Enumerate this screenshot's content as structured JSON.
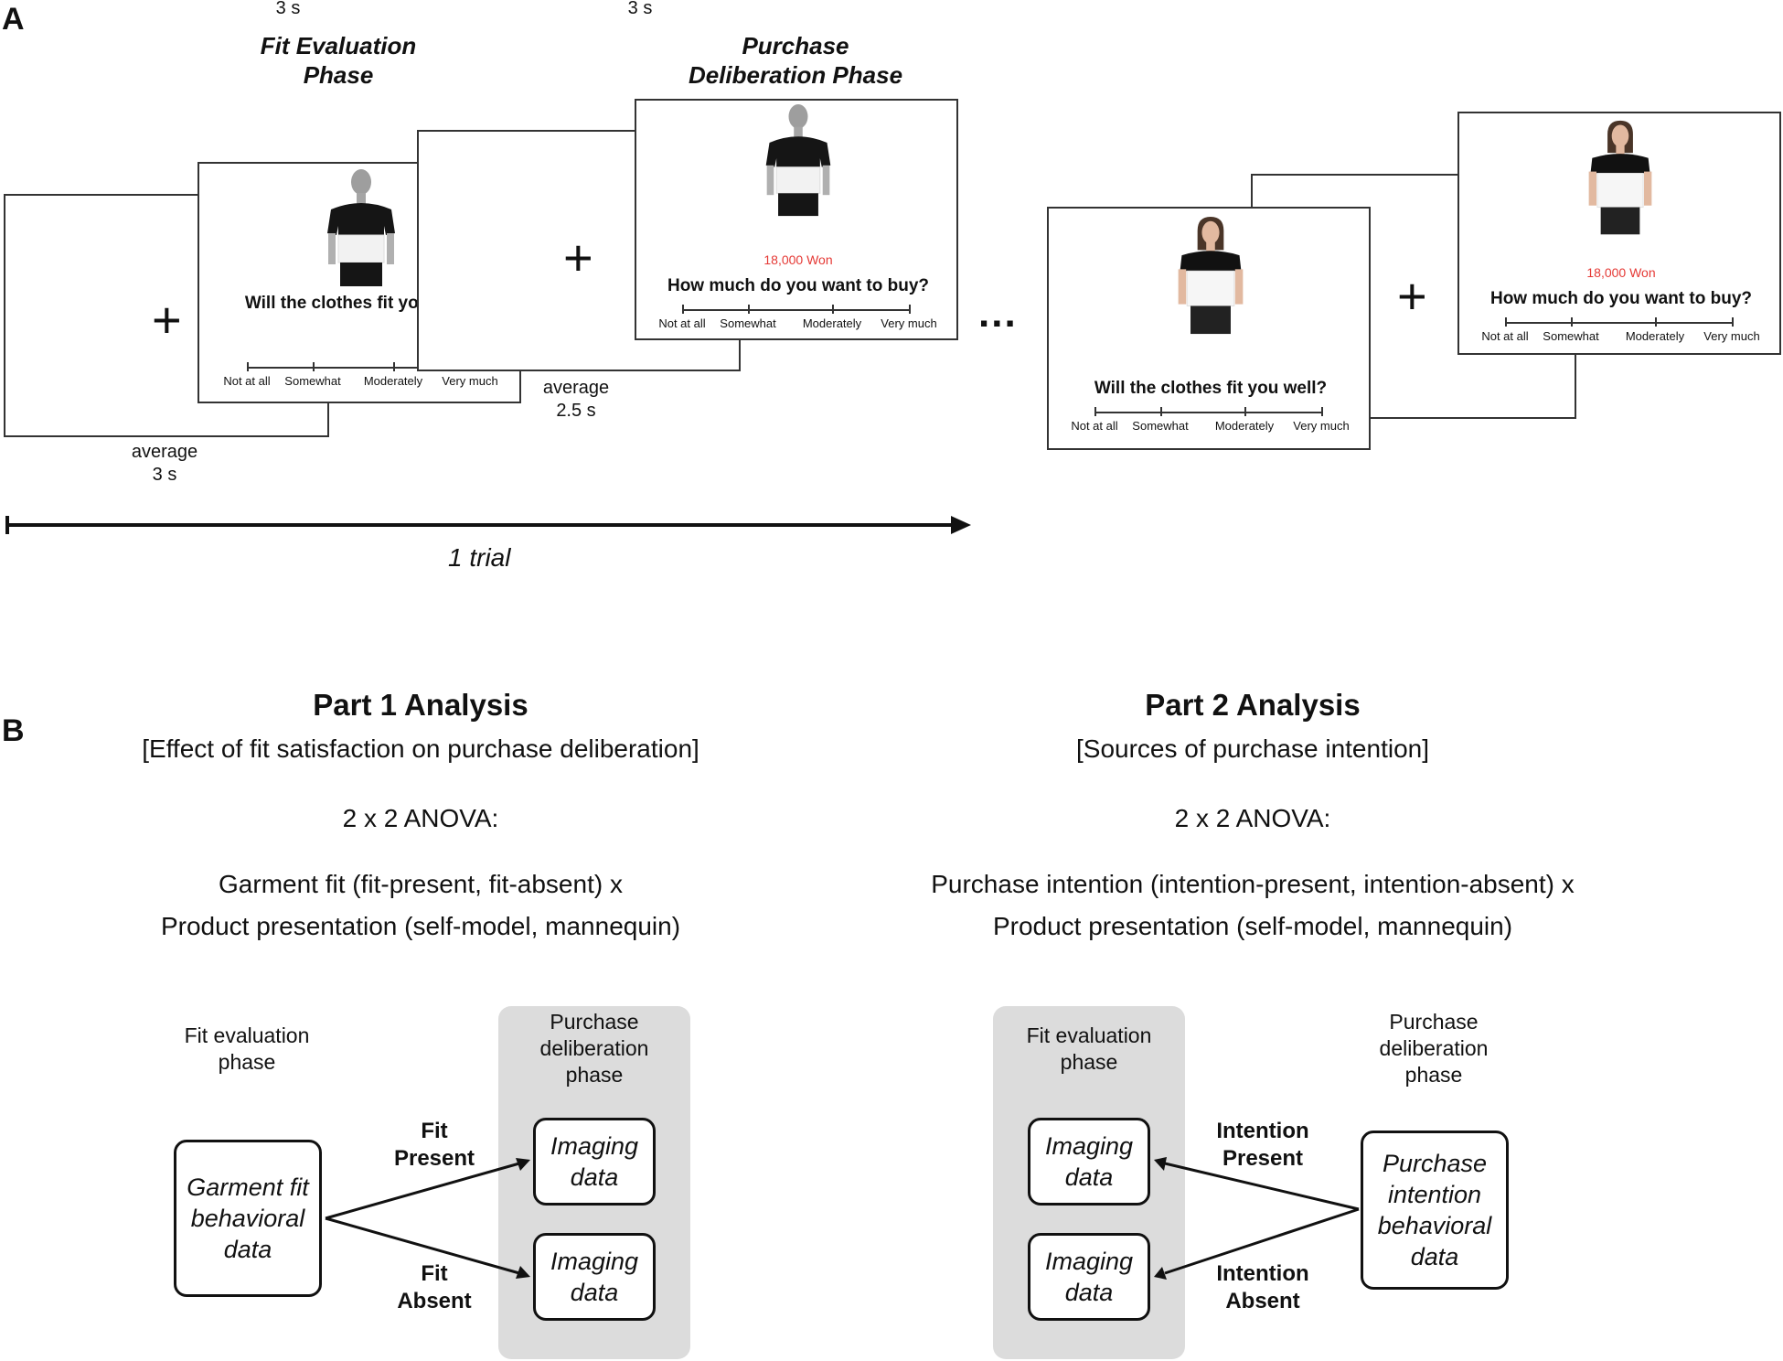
{
  "panel_a": {
    "letter": "A",
    "durations": {
      "fit_phase": "3 s",
      "purchase_phase": "3 s",
      "fixation_1": "average\n3 s",
      "fixation_2": "average\n2.5 s"
    },
    "phase_titles": {
      "fit": "Fit Evaluation\nPhase",
      "purchase": "Purchase\nDeliberation Phase"
    },
    "cross": "+",
    "ellipsis": "...",
    "fit_question": "Will the clothes fit you well?",
    "buy_question": "How much do you want to buy?",
    "price": "18,000 Won",
    "scale": [
      "Not at all",
      "Somewhat",
      "Moderately",
      "Very much"
    ],
    "trial_label": "1 trial",
    "icons": {
      "mannequin": "mannequin-figure-icon",
      "model": "model-figure-icon"
    }
  },
  "panel_b": {
    "letter": "B",
    "part1": {
      "title": "Part 1 Analysis",
      "subtitle": "[Effect of fit satisfaction on purchase deliberation]",
      "anova": "2 x 2 ANOVA:",
      "factor_1": "Garment fit (fit-present, fit-absent) x",
      "factor_2": "Product presentation (self-model, mannequin)",
      "left_phase": "Fit evaluation\nphase",
      "right_phase": "Purchase\ndeliberation\nphase",
      "source_node": "Garment fit\nbehavioral\ndata",
      "target_top": "Imaging\ndata",
      "target_bottom": "Imaging\ndata",
      "arrow_top": "Fit\nPresent",
      "arrow_bottom": "Fit\nAbsent"
    },
    "part2": {
      "title": "Part 2 Analysis",
      "subtitle": "[Sources of purchase intention]",
      "anova": "2 x 2 ANOVA:",
      "factor_1": "Purchase intention (intention-present, intention-absent) x",
      "factor_2": "Product presentation (self-model, mannequin)",
      "left_phase": "Fit evaluation\nphase",
      "right_phase": "Purchase\ndeliberation\nphase",
      "target_top": "Imaging\ndata",
      "target_bottom": "Imaging\ndata",
      "source_node": "Purchase\nintention\nbehavioral\ndata",
      "arrow_top": "Intention\nPresent",
      "arrow_bottom": "Intention\nAbsent"
    }
  },
  "colors": {
    "price": "#e53935",
    "gray_box": "#dcdcdc"
  }
}
